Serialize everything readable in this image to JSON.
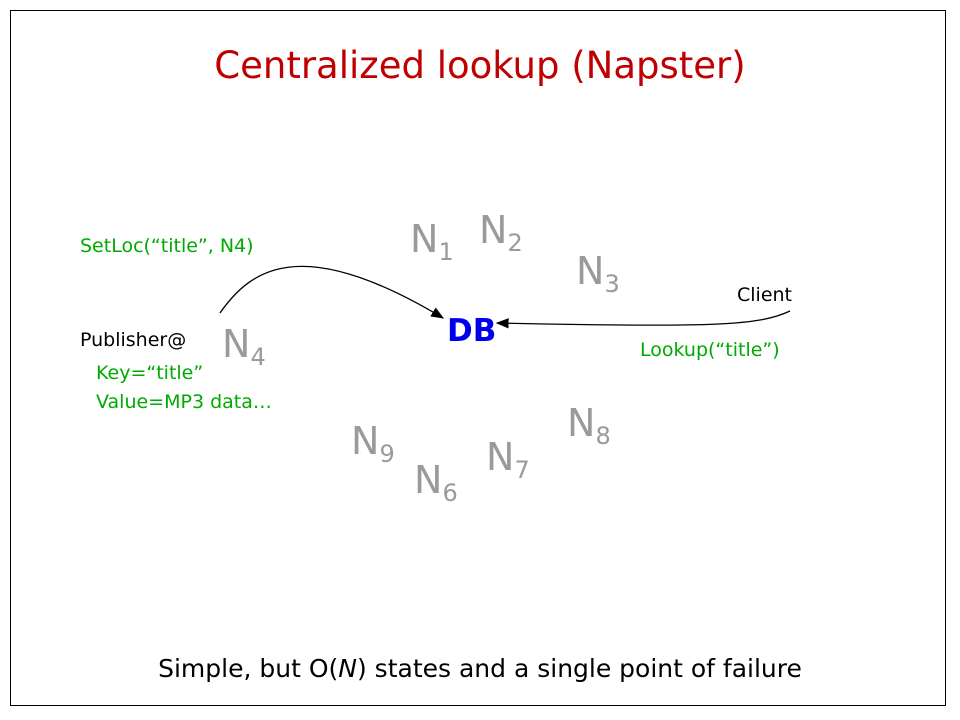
{
  "title": "Centralized lookup (Napster)",
  "nodes": [
    {
      "id": "n1",
      "letter": "N",
      "sub": "1"
    },
    {
      "id": "n2",
      "letter": "N",
      "sub": "2"
    },
    {
      "id": "n3",
      "letter": "N",
      "sub": "3"
    },
    {
      "id": "n4",
      "letter": "N",
      "sub": "4"
    },
    {
      "id": "n6",
      "letter": "N",
      "sub": "6"
    },
    {
      "id": "n7",
      "letter": "N",
      "sub": "7"
    },
    {
      "id": "n8",
      "letter": "N",
      "sub": "8"
    },
    {
      "id": "n9",
      "letter": "N",
      "sub": "9"
    }
  ],
  "db_label": "DB",
  "setloc_label": "SetLoc(“title”, N4)",
  "publisher_label": "Publisher@",
  "key_label": "Key=“title”",
  "value_label": "Value=MP3 data…",
  "client_label": "Client",
  "lookup_label": "Lookup(“title”)",
  "footer": {
    "pre": "Simple, but O(",
    "italic": "N",
    "post": ") states and a single point of failure"
  },
  "colors": {
    "title": "#c00000",
    "node": "#9a9a9a",
    "db": "#0000ee",
    "message": "#00aa00"
  }
}
